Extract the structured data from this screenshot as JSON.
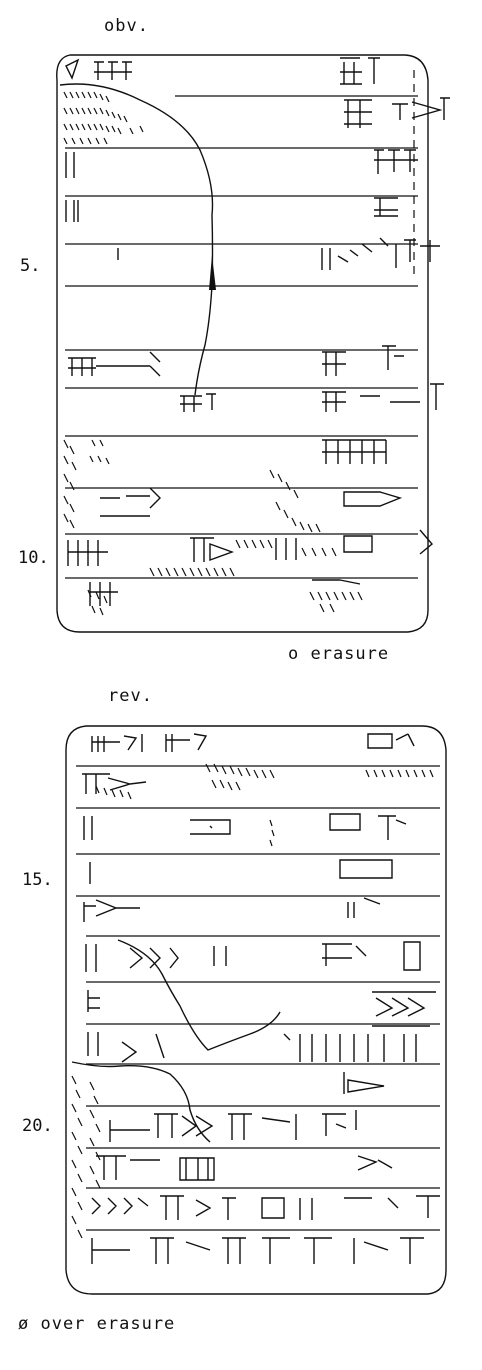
{
  "obverse": {
    "label": "obv.",
    "note": "o erasure",
    "line_numbers": [
      "5.",
      "10."
    ]
  },
  "reverse": {
    "label": "rev.",
    "note": "ø over erasure",
    "line_numbers": [
      "15.",
      "20."
    ]
  }
}
